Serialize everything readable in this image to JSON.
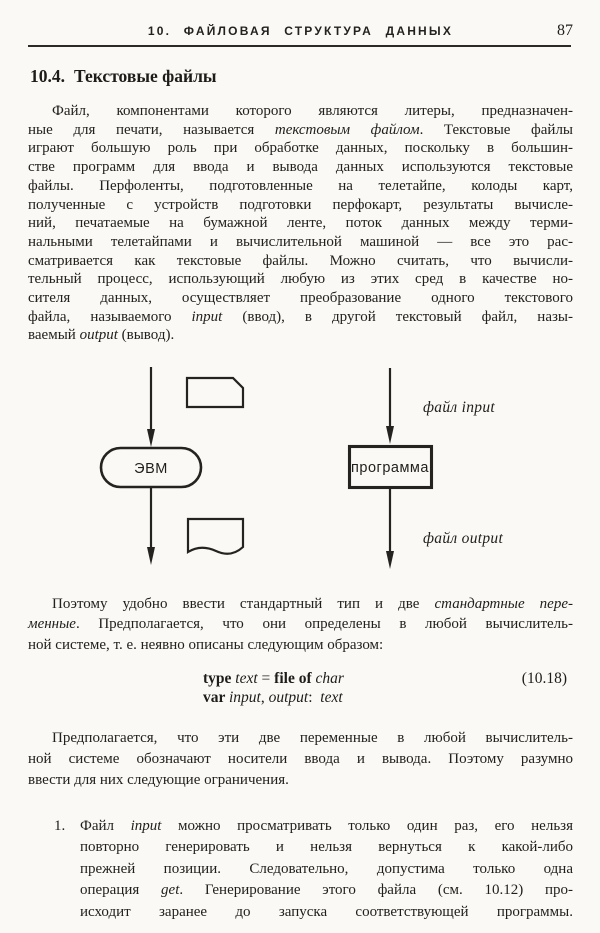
{
  "colors": {
    "paper": "#faf9f5",
    "ink": "#22211e"
  },
  "header": {
    "title": "10. ФАЙЛОВАЯ СТРУКТУРА ДАННЫХ",
    "page_number": "87"
  },
  "section": {
    "number": "10.4.",
    "title": "Текстовые файлы"
  },
  "paragraph1": {
    "lines": [
      {
        "runs": [
          {
            "t": "Файл, компонентами которого являются литеры, предназначен-"
          }
        ]
      },
      {
        "runs": [
          {
            "t": "ные для печати, называется "
          },
          {
            "t": "текстовым файлом",
            "i": true
          },
          {
            "t": ". Текстовые файлы"
          }
        ]
      },
      {
        "runs": [
          {
            "t": "играют большую роль при обработке данных, поскольку в большин-"
          }
        ]
      },
      {
        "runs": [
          {
            "t": "стве программ для ввода и вывода данных используются текстовые"
          }
        ]
      },
      {
        "runs": [
          {
            "t": "файлы. Перфоленты, подготовленные на телетайпе, колоды карт,"
          }
        ]
      },
      {
        "runs": [
          {
            "t": "полученные с устройств подготовки перфокарт, результаты вычисле-"
          }
        ]
      },
      {
        "runs": [
          {
            "t": "ний, печатаемые на бумажной ленте, поток данных между терми-"
          }
        ]
      },
      {
        "runs": [
          {
            "t": "нальными телетайпами и вычислительной машиной — все это рас-"
          }
        ]
      },
      {
        "runs": [
          {
            "t": "сматривается как текстовые файлы. Можно считать, что вычисли-"
          }
        ]
      },
      {
        "runs": [
          {
            "t": "тельный процесс, использующий любую из этих сред в качестве но-"
          }
        ]
      },
      {
        "runs": [
          {
            "t": "сителя данных, осуществляет преобразование одного текстового"
          }
        ]
      },
      {
        "runs": [
          {
            "t": "файла, называемого "
          },
          {
            "t": "input",
            "i": true
          },
          {
            "t": " (ввод), в другой текстовый файл, назы-"
          }
        ]
      },
      {
        "end": true,
        "runs": [
          {
            "t": "ваемый "
          },
          {
            "t": "output",
            "i": true
          },
          {
            "t": " (вывод)."
          }
        ]
      }
    ]
  },
  "diagram": {
    "computer_label": "ЭВМ",
    "program_label": "программа",
    "input_file_label": "файл input",
    "output_file_label": "файл output"
  },
  "paragraph2": {
    "lines": [
      {
        "runs": [
          {
            "t": "Поэтому удобно ввести стандартный тип и две "
          },
          {
            "t": "стандартные пере-",
            "i": true
          }
        ]
      },
      {
        "runs": [
          {
            "t": "менные",
            "i": true
          },
          {
            "t": ". Предполагается, что они определены в любой вычислитель-"
          }
        ]
      },
      {
        "end": true,
        "runs": [
          {
            "t": "ной системе, т. е. неявно описаны следующим образом:"
          }
        ]
      }
    ]
  },
  "formula": {
    "lines": [
      {
        "end": true,
        "runs": [
          {
            "t": "type ",
            "b": true
          },
          {
            "t": "text",
            "i": true
          },
          {
            "t": " = "
          },
          {
            "t": "file of",
            "b": true
          },
          {
            "t": " "
          },
          {
            "t": "char",
            "i": true
          }
        ]
      },
      {
        "end": true,
        "runs": [
          {
            "t": "var ",
            "b": true
          },
          {
            "t": "input",
            "i": true
          },
          {
            "t": ", "
          },
          {
            "t": "output",
            "i": true
          },
          {
            "t": ":  "
          },
          {
            "t": "text",
            "i": true
          }
        ]
      }
    ],
    "number": "(10.18)"
  },
  "paragraph3": {
    "lines": [
      {
        "runs": [
          {
            "t": "Предполагается, что эти две переменные в любой вычислитель-"
          }
        ]
      },
      {
        "runs": [
          {
            "t": "ной системе обозначают носители ввода и вывода. Поэтому разумно"
          }
        ]
      },
      {
        "end": true,
        "runs": [
          {
            "t": "ввести для них следующие ограничения."
          }
        ]
      }
    ]
  },
  "restrictions_list": {
    "items": [
      {
        "number": "1.",
        "lines": [
          {
            "runs": [
              {
                "t": "Файл "
              },
              {
                "t": "input",
                "i": true
              },
              {
                "t": " можно просматривать только один раз, его нельзя"
              }
            ]
          },
          {
            "runs": [
              {
                "t": "повторно генерировать и нельзя вернуться к какой-либо"
              }
            ]
          },
          {
            "runs": [
              {
                "t": "прежней позиции. Следовательно, допустима только одна"
              }
            ]
          },
          {
            "runs": [
              {
                "t": "операция "
              },
              {
                "t": "get",
                "i": true
              },
              {
                "t": ". Генерирование этого файла (см. 10.12) про-"
              }
            ]
          },
          {
            "runs": [
              {
                "t": "исходит заранее до запуска соответствующей программы."
              }
            ]
          }
        ]
      }
    ]
  }
}
